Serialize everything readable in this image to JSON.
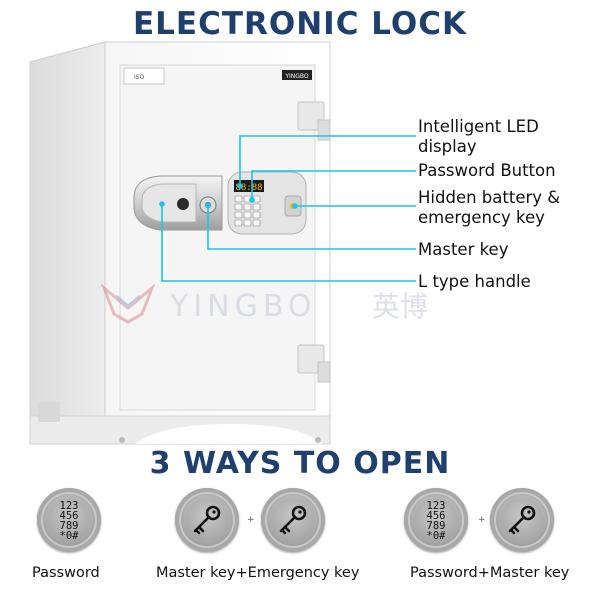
{
  "header": {
    "title": "ELECTRONIC LOCK"
  },
  "safe": {
    "brand_badge": "YINGBO",
    "cert_badge": "ISO",
    "display_digits": "88:88",
    "keypad_keys": [
      "1",
      "2",
      "3",
      "4",
      "5",
      "6",
      "7",
      "8",
      "9",
      "*",
      "0",
      "#"
    ]
  },
  "callouts": [
    {
      "label_line1": "Intelligent LED",
      "label_line2": "display"
    },
    {
      "label_line1": "Password Button",
      "label_line2": ""
    },
    {
      "label_line1": "Hidden battery &",
      "label_line2": "emergency key"
    },
    {
      "label_line1": "Master key",
      "label_line2": ""
    },
    {
      "label_line1": "L type handle",
      "label_line2": ""
    }
  ],
  "watermark": {
    "text_latin": "YINGBO",
    "text_cjk": "英博"
  },
  "ways": {
    "title": "3 WAYS TO OPEN",
    "keypad_glyph": "123\n456\n789\n*0#",
    "plus": "+",
    "methods": [
      {
        "label": "Password",
        "icons": [
          "keypad-icon"
        ]
      },
      {
        "label": "Master key+Emergency key",
        "icons": [
          "key-icon",
          "key-icon"
        ]
      },
      {
        "label": "Password+Master key",
        "icons": [
          "keypad-icon",
          "key-icon"
        ]
      }
    ]
  },
  "colors": {
    "title": "#1f3f6e",
    "callout_line": "#19c6e6",
    "safe_body": "#f3f3f3",
    "watermark": "#d9d9e0"
  }
}
